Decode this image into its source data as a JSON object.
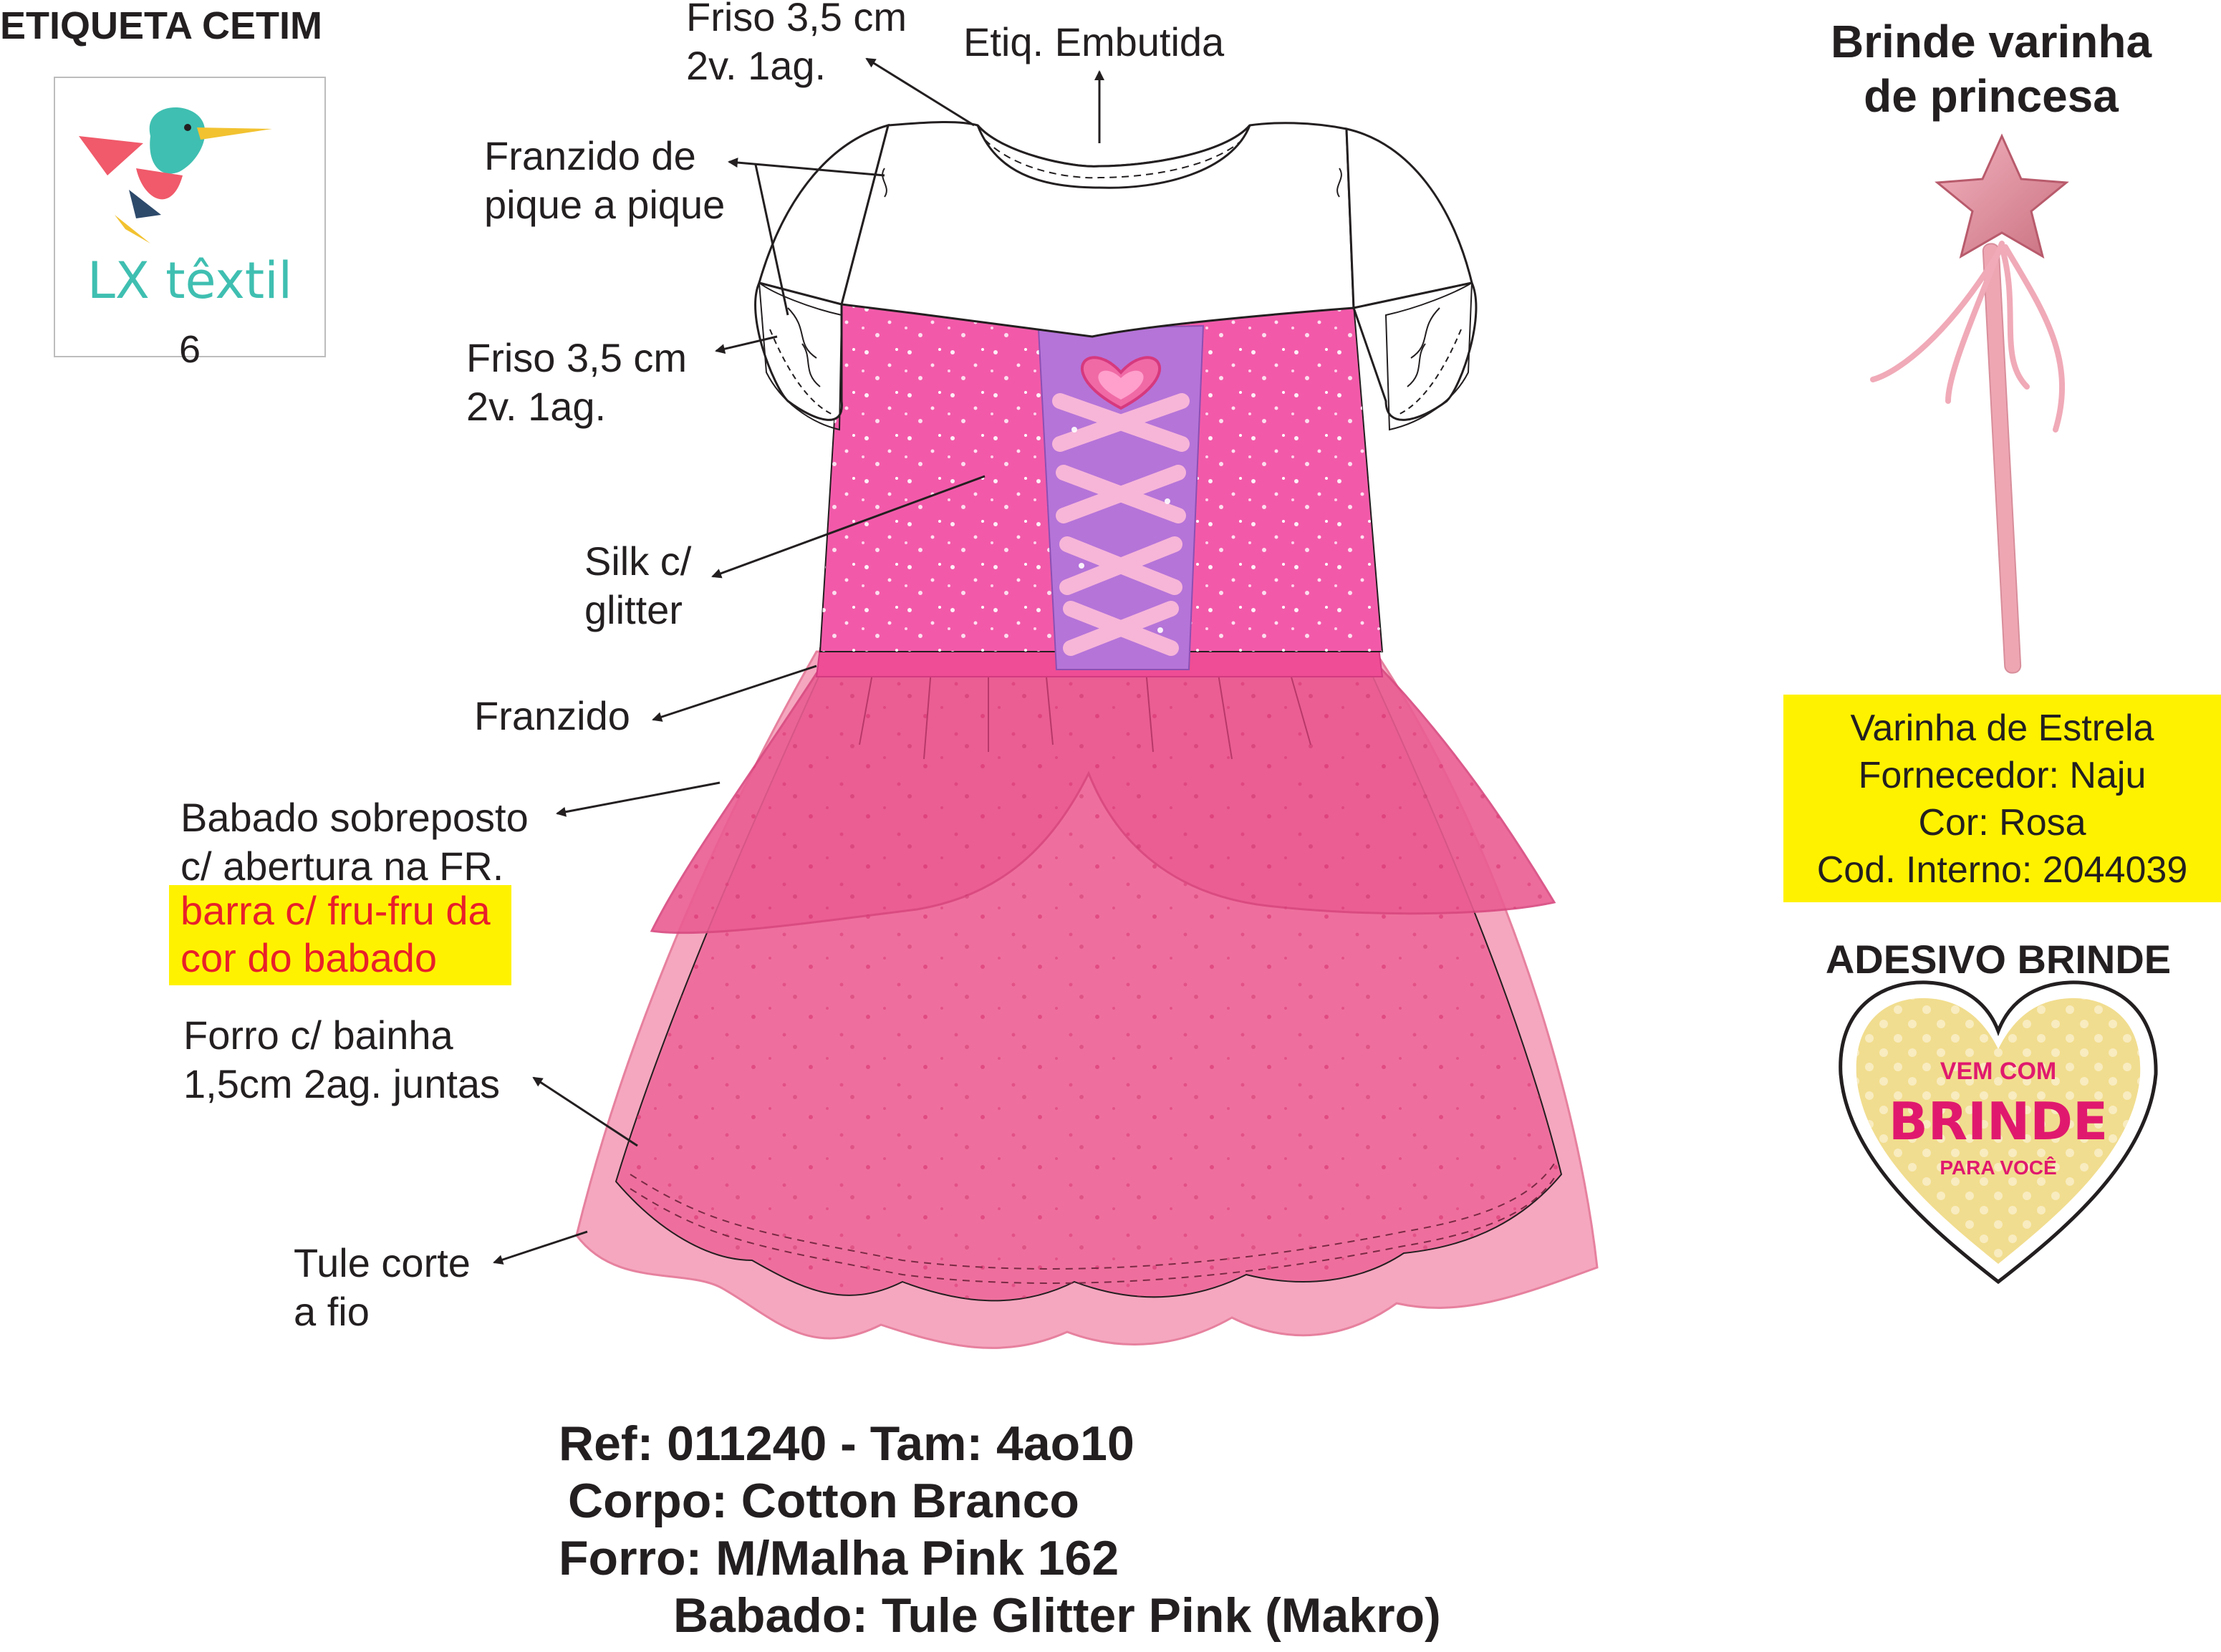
{
  "label_section": {
    "title": "ETIQUETA CETIM",
    "brand": "LX têxtil",
    "size": "6"
  },
  "callouts": {
    "friso_top": [
      "Friso 3,5 cm",
      "2v. 1ag."
    ],
    "etiq": "Etiq. Embutida",
    "franzido_pique": [
      "Franzido de",
      "pique a pique"
    ],
    "friso_sleeve": [
      "Friso 3,5 cm",
      "2v. 1ag."
    ],
    "silk": [
      "Silk c/",
      "glitter"
    ],
    "franzido": "Franzido",
    "babado": [
      "Babado sobreposto",
      "c/ abertura na FR."
    ],
    "babado_note": [
      "barra c/ fru-fru da",
      "cor do babado"
    ],
    "forro": [
      "Forro c/ bainha",
      "1,5cm 2ag. juntas"
    ],
    "tule": [
      "Tule corte",
      "a fio"
    ]
  },
  "specs": [
    "Ref: 011240 - Tam: 4ao10",
    "Corpo: Cotton Branco",
    "Forro: M/Malha Pink 162",
    "Babado: Tule Glitter Pink (Makro)"
  ],
  "gift": {
    "title": [
      "Brinde varinha",
      "de princesa"
    ],
    "info": [
      "Varinha de Estrela",
      "Fornecedor: Naju",
      "Cor: Rosa",
      "Cod. Interno: 2044039"
    ],
    "sticker_title": "ADESIVO BRINDE",
    "sticker_text": [
      "VEM COM",
      "BRINDE",
      "PARA VOCÊ"
    ]
  },
  "colors": {
    "bodice_pink": "#f25aa9",
    "lace_purple": "#b574d8",
    "skirt_pink": "#ee6f9d",
    "tulle_pink": "#f5a7bf",
    "highlight_yellow": "#fff200",
    "note_red": "#e8202a",
    "sticker_fill": "#f1dd8f",
    "sticker_text": "#e0196e"
  }
}
